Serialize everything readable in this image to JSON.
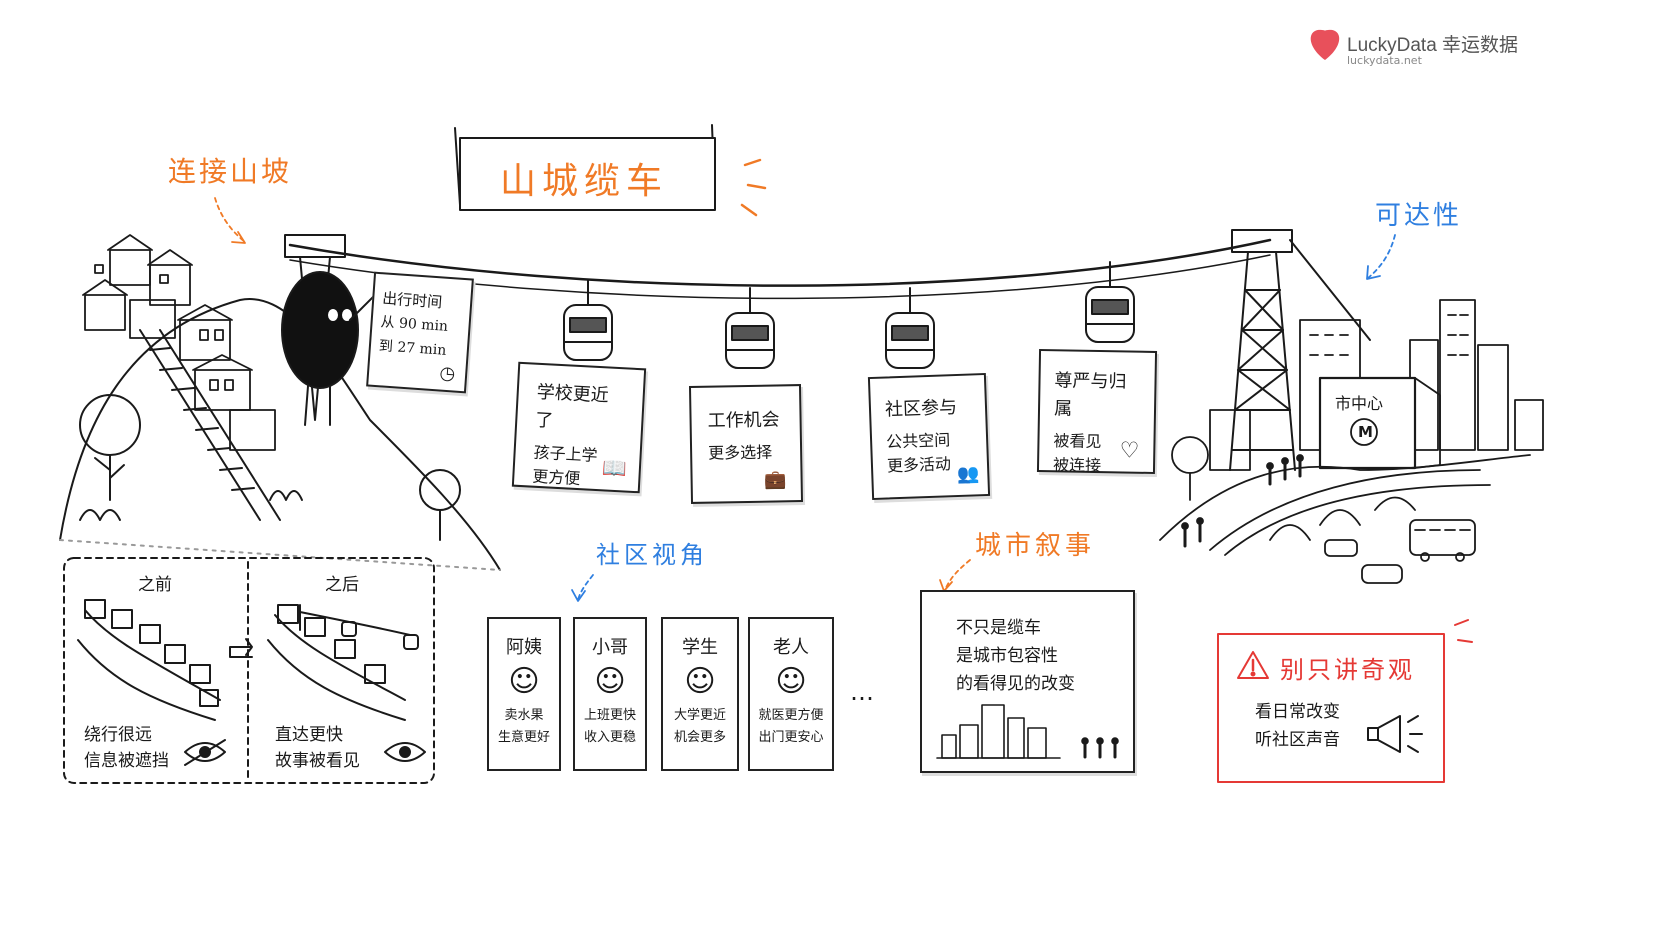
{
  "brand": {
    "name": "LuckyData 幸运数据",
    "url": "luckydata.net",
    "color": "#e8505b"
  },
  "banner": {
    "title": "山城缆车"
  },
  "labels": {
    "connect_slope": "连接山坡",
    "accessibility": "可达性",
    "community_view": "社区视角",
    "city_narrative": "城市叙事"
  },
  "travel_card": {
    "title": "出行时间",
    "from": "从 90 min",
    "to": "到 27 min",
    "icon": "clock-icon"
  },
  "benefit_cards": [
    {
      "title": "学校更近了",
      "lines": [
        "孩子上学",
        "更方便"
      ],
      "icon": "book-icon"
    },
    {
      "title": "工作机会",
      "lines": [
        "更多选择"
      ],
      "icon": "briefcase-icon"
    },
    {
      "title": "社区参与",
      "lines": [
        "公共空间",
        "更多活动"
      ],
      "icon": "people-icon"
    },
    {
      "title": "尊严与归属",
      "lines": [
        "被看见",
        "被连接"
      ],
      "icon": "heart-icon"
    }
  ],
  "city_center": {
    "label": "市中心",
    "metro": "M"
  },
  "compare": {
    "before": {
      "title": "之前",
      "lines": [
        "绕行很远",
        "信息被遮挡"
      ],
      "icon": "eye-crossed-icon"
    },
    "after": {
      "title": "之后",
      "lines": [
        "直达更快",
        "故事被看见"
      ],
      "icon": "eye-icon"
    }
  },
  "people": [
    {
      "name": "阿姨",
      "lines": [
        "卖水果",
        "生意更好"
      ]
    },
    {
      "name": "小哥",
      "lines": [
        "上班更快",
        "收入更稳"
      ]
    },
    {
      "name": "学生",
      "lines": [
        "大学更近",
        "机会更多"
      ]
    },
    {
      "name": "老人",
      "lines": [
        "就医更方便",
        "出门更安心"
      ]
    }
  ],
  "ellipsis": "…",
  "narrative": {
    "lines": [
      "不只是缆车",
      "是城市包容性",
      "的看得见的改变"
    ]
  },
  "warning": {
    "title": "别只讲奇观",
    "lines": [
      "看日常改变",
      "听社区声音"
    ],
    "icon": "megaphone-icon"
  },
  "colors": {
    "orange": "#f07a26",
    "blue": "#2f7fe0",
    "red": "#e53935",
    "ink": "#1a1a1a"
  }
}
